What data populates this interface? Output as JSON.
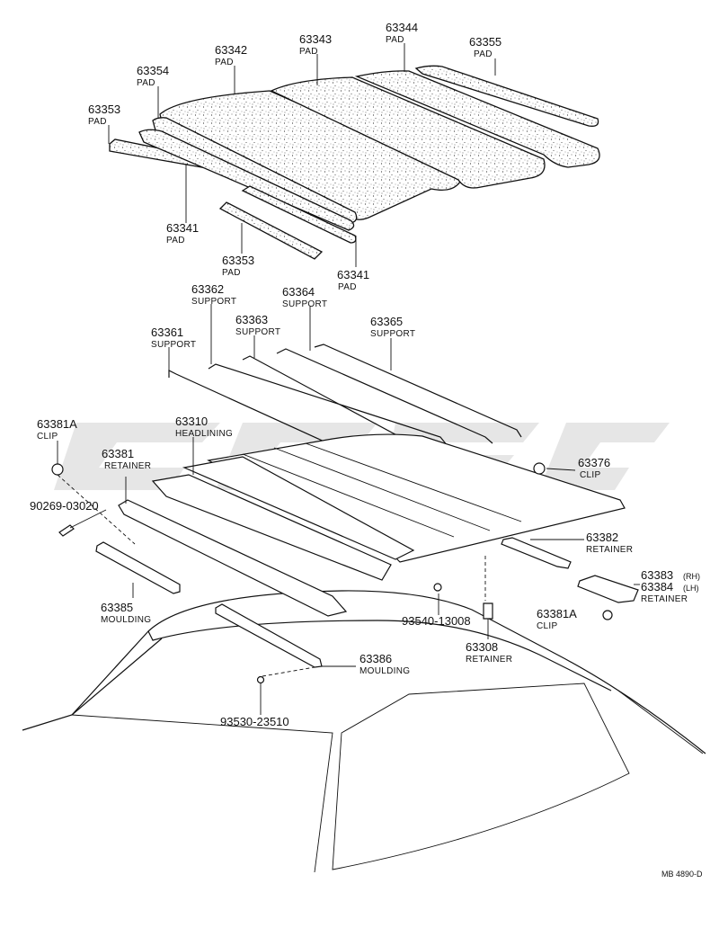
{
  "labels": {
    "p63342": {
      "num": "63342",
      "sub": "PAD"
    },
    "p63343": {
      "num": "63343",
      "sub": "PAD"
    },
    "p63344": {
      "num": "63344",
      "sub": "PAD"
    },
    "p63355": {
      "num": "63355",
      "sub": "PAD"
    },
    "p63354": {
      "num": "63354",
      "sub": "PAD"
    },
    "p63353a": {
      "num": "63353",
      "sub": "PAD"
    },
    "p63341a": {
      "num": "63341",
      "sub": "PAD"
    },
    "p63353b": {
      "num": "63353",
      "sub": "PAD"
    },
    "p63341b": {
      "num": "63341",
      "sub": "PAD"
    },
    "p63362": {
      "num": "63362",
      "sub": "SUPPORT"
    },
    "p63364": {
      "num": "63364",
      "sub": "SUPPORT"
    },
    "p63363": {
      "num": "63363",
      "sub": "SUPPORT"
    },
    "p63365": {
      "num": "63365",
      "sub": "SUPPORT"
    },
    "p63361": {
      "num": "63361",
      "sub": "SUPPORT"
    },
    "p63381Aa": {
      "num": "63381A",
      "sub": "CLIP"
    },
    "p63310": {
      "num": "63310",
      "sub": "HEADLINING"
    },
    "p63381": {
      "num": "63381",
      "sub": "RETAINER"
    },
    "p90269": {
      "num": "90269-03020"
    },
    "p63376": {
      "num": "63376",
      "sub": "CLIP"
    },
    "p63382": {
      "num": "63382",
      "sub": "RETAINER"
    },
    "p63383": {
      "num": "63383",
      "side": "(RH)"
    },
    "p63384": {
      "num": "63384",
      "side": "(LH)",
      "sub": "RETAINER"
    },
    "p63381Ab": {
      "num": "63381A",
      "sub": "CLIP"
    },
    "p63385": {
      "num": "63385",
      "sub": "MOULDING"
    },
    "p93540": {
      "num": "93540-13008"
    },
    "p63308": {
      "num": "63308",
      "sub": "RETAINER"
    },
    "p63386": {
      "num": "63386",
      "sub": "MOULDING"
    },
    "p93530": {
      "num": "93530-23510"
    }
  },
  "code": "MB 4890-D"
}
